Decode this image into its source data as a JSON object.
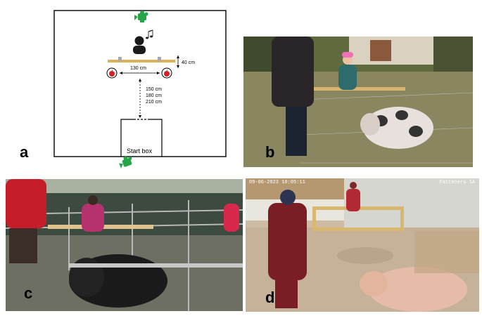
{
  "panel_labels": {
    "a": "a",
    "b": "b",
    "c": "c",
    "d": "d"
  },
  "diagram": {
    "width_label": "130 cm",
    "height_label": "40 cm",
    "distances": [
      "150 cm",
      "180 cm",
      "210 cm"
    ],
    "start_box_label": "Start box",
    "icons": [
      "camera-icon",
      "person-icon",
      "music-note-icon",
      "apple-icon",
      "apple-icon",
      "camera-icon"
    ]
  },
  "photo_d": {
    "timestamp": "09-06-2023 10:05:11",
    "pen_label": "Fatteners 1A"
  },
  "colors": {
    "camera_green": "#27a448",
    "apple_red": "#d61f26",
    "board_yellow": "#d9b25a"
  }
}
